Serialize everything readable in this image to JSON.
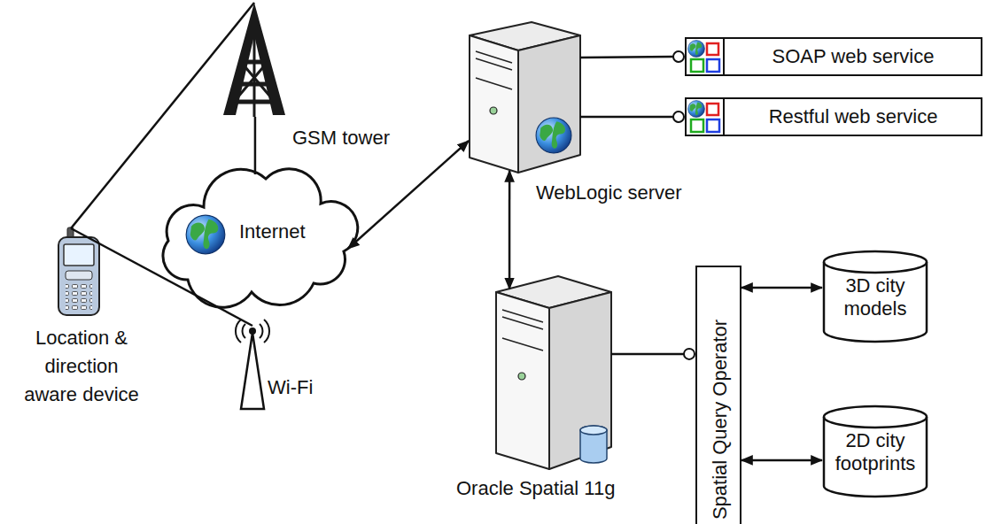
{
  "diagram": {
    "nodes": [
      {
        "text": [
          "GSM tower"
        ]
      },
      {
        "text": [
          "Internet"
        ]
      },
      {
        "text": [
          "Location & direction aware device"
        ]
      },
      {
        "text": [
          "Wi-Fi"
        ]
      },
      {
        "text": [
          "WebLogic server"
        ]
      },
      {
        "text": [
          "SOAP web service"
        ]
      },
      {
        "text": [
          "Restful web service"
        ]
      },
      {
        "text": [
          "Oracle Spatial 11g"
        ]
      },
      {
        "text": [
          "Spatial Query Operator"
        ]
      },
      {
        "text": [
          "3D city models"
        ]
      },
      {
        "text": [
          "2D city footprints"
        ]
      }
    ],
    "edges": [
      {
        "from": 2,
        "to": 0,
        "arrow": "none"
      },
      {
        "from": 2,
        "to": 3,
        "arrow": "none"
      },
      {
        "from": 0,
        "to": 1,
        "arrow": "none"
      },
      {
        "from": 1,
        "to": 4,
        "arrow": "both"
      },
      {
        "from": 4,
        "to": 5,
        "arrow": "none"
      },
      {
        "from": 4,
        "to": 6,
        "arrow": "none"
      },
      {
        "from": 4,
        "to": 7,
        "arrow": "both"
      },
      {
        "from": 7,
        "to": 8,
        "arrow": "none"
      },
      {
        "from": 8,
        "to": 9,
        "arrow": "both"
      },
      {
        "from": 8,
        "to": 10,
        "arrow": "both"
      }
    ]
  }
}
